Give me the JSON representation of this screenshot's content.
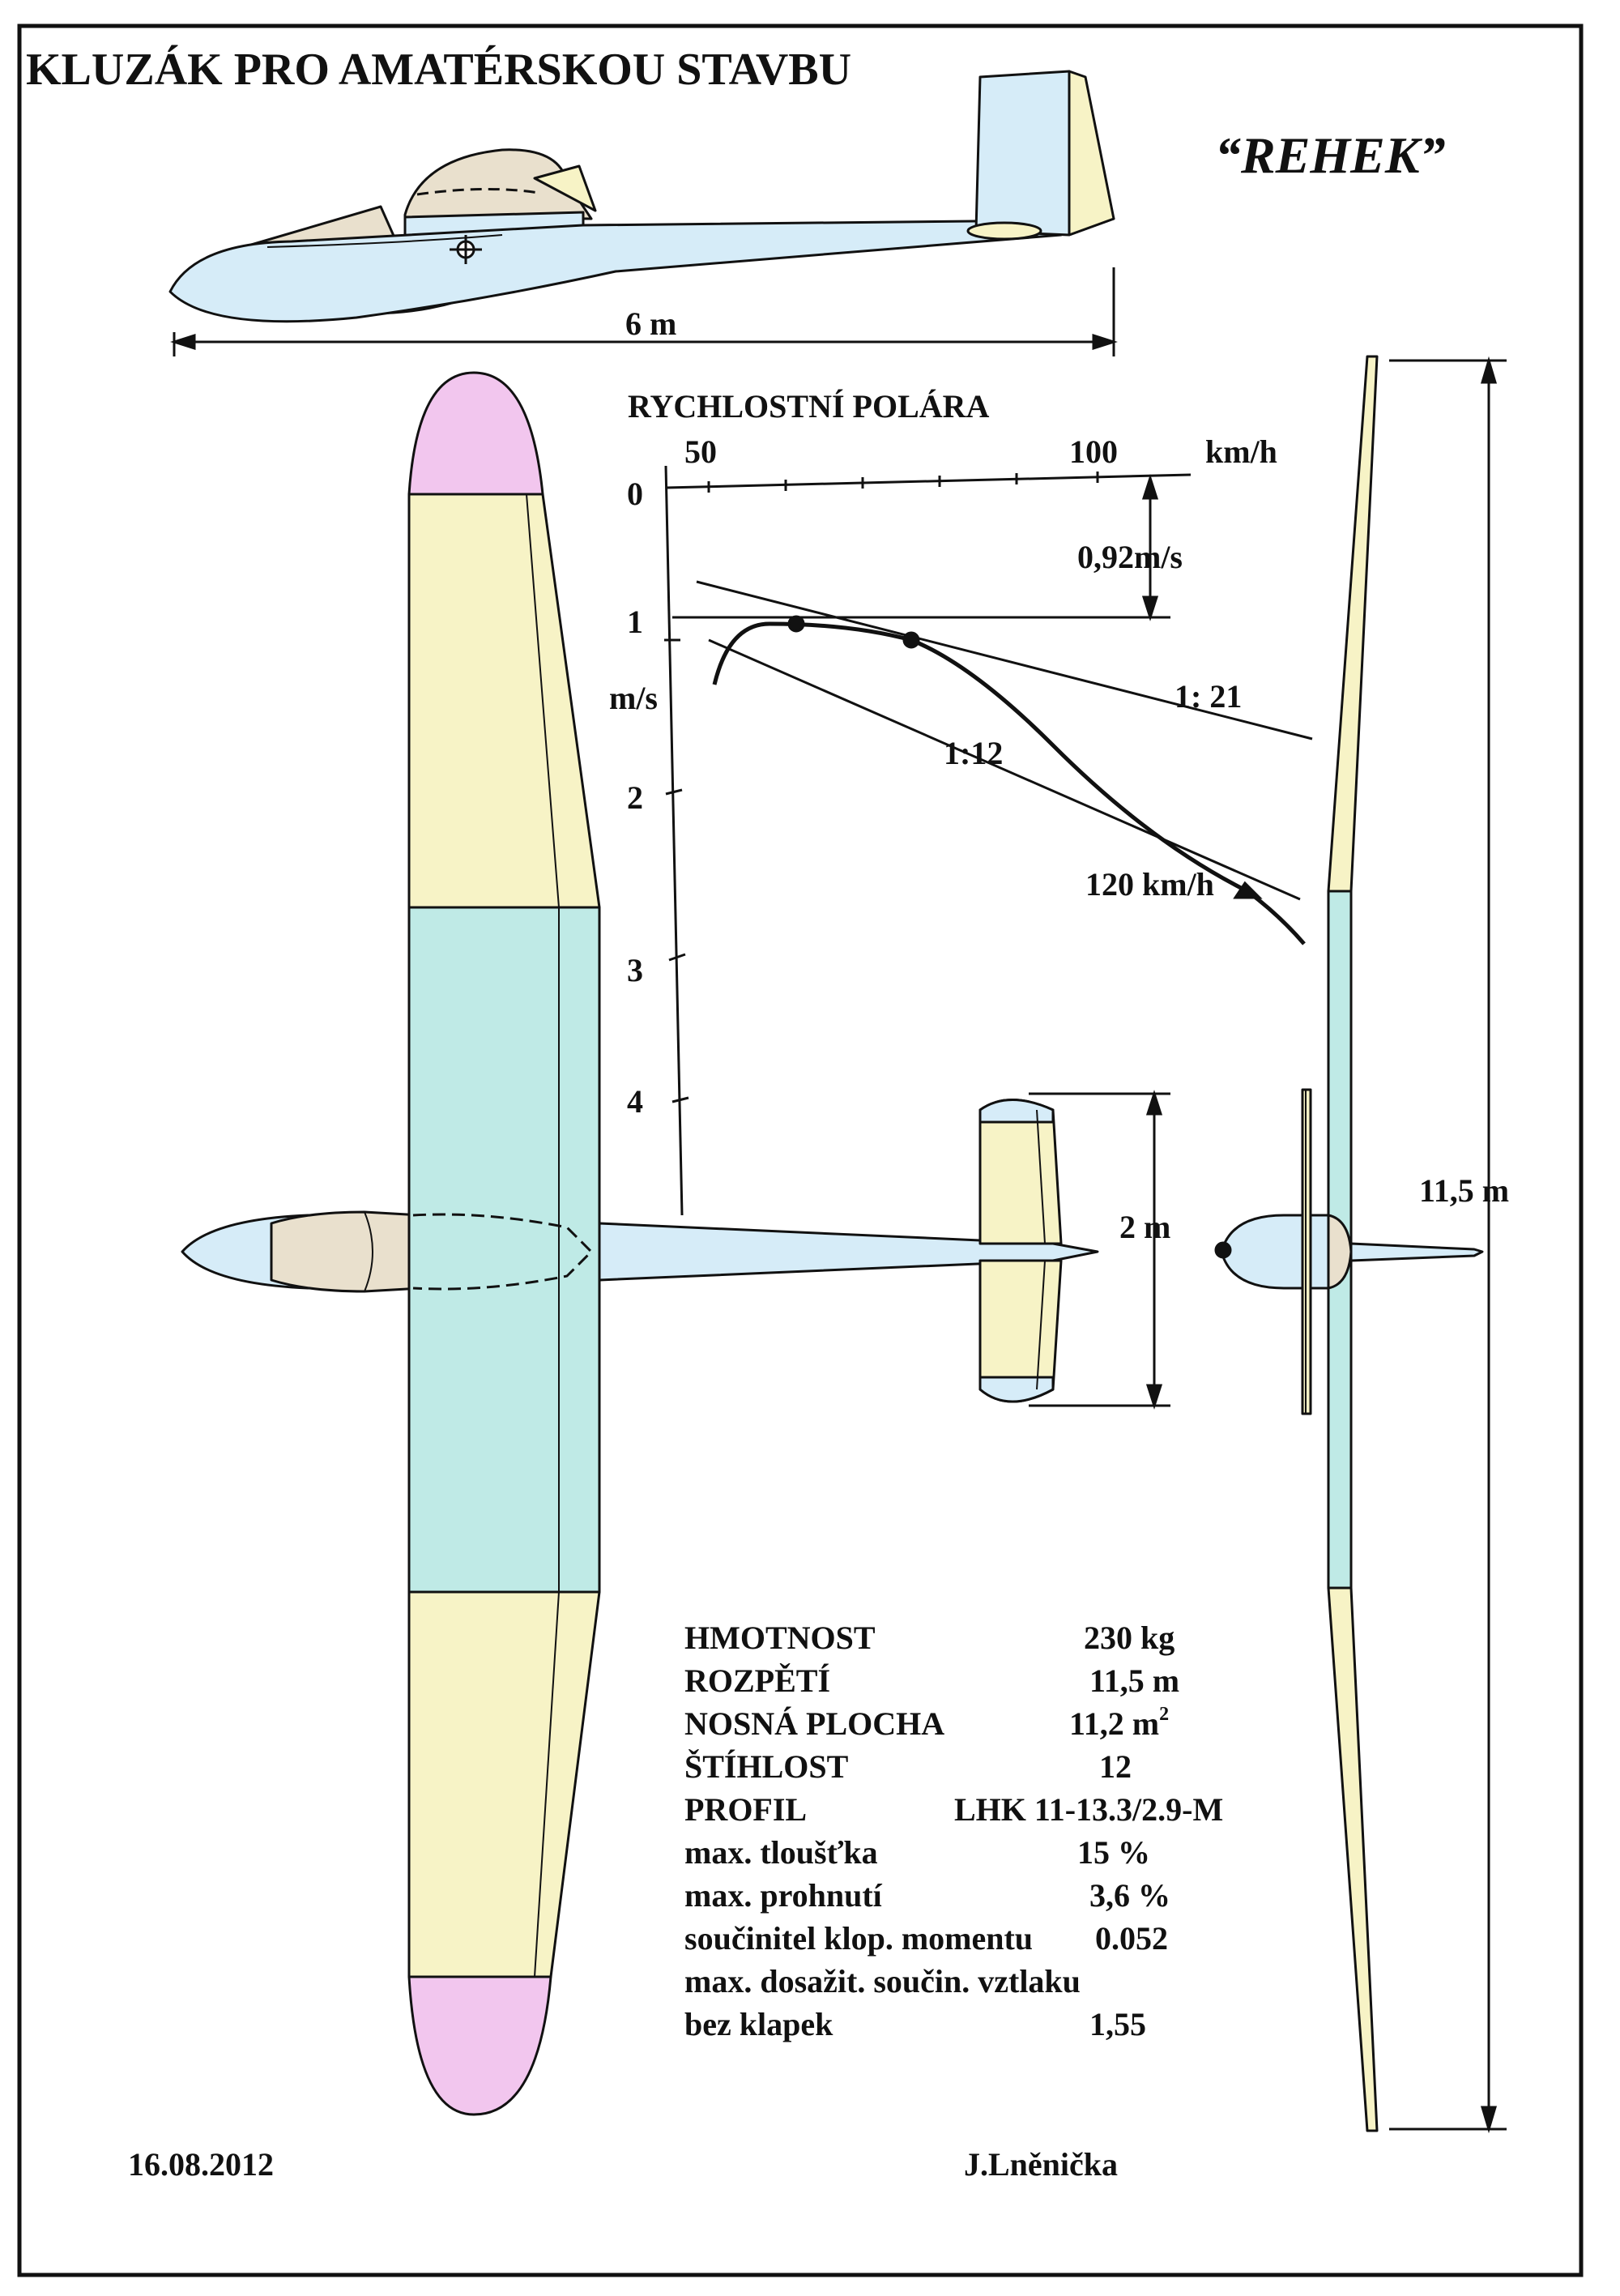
{
  "title": "KLUZÁK PRO AMATÉRSKOU STAVBU",
  "name": "“REHEK”",
  "dimensions": {
    "length": "6 m",
    "tail_span": "2 m",
    "wingspan": "11,5 m"
  },
  "polar": {
    "title": "RYCHLOSTNÍ POLÁRA",
    "x_ticks": [
      "50",
      "100"
    ],
    "x_unit": "km/h",
    "y_ticks": [
      "0",
      "1",
      "2",
      "3",
      "4"
    ],
    "y_unit": "m/s",
    "min_sink": "0,92m/s",
    "glide_best": "1: 21",
    "glide_fast": "1:12",
    "speed_mark": "120 km/h"
  },
  "specs": [
    {
      "label": "HMOTNOST",
      "value": "230 kg"
    },
    {
      "label": "ROZPĚTÍ",
      "value": "11,5 m"
    },
    {
      "label": "NOSNÁ PLOCHA",
      "value": "11,2 m",
      "sup": "2"
    },
    {
      "label": "ŠTÍHLOST",
      "value": "12"
    },
    {
      "label": "PROFIL",
      "value": "LHK 11-13.3/2.9-M"
    },
    {
      "label": "max. tloušťka",
      "value": "15 %"
    },
    {
      "label": "max. prohnutí",
      "value": "3,6 %"
    },
    {
      "label": "součinitel klop. momentu",
      "value": "0.052"
    },
    {
      "label": "max. dosažit. součin. vztlaku",
      "value": ""
    },
    {
      "label": "bez klapek",
      "value": "1,55"
    }
  ],
  "footer": {
    "date": "16.08.2012",
    "author": "J.Lněnička"
  },
  "colors": {
    "fuselage": "#d6ecf8",
    "wing_yellow": "#f7f3c6",
    "wing_center": "#bfeae6",
    "wing_tip": "#f2c6ee",
    "canopy": "#e9e0cd",
    "line": "#111111"
  }
}
